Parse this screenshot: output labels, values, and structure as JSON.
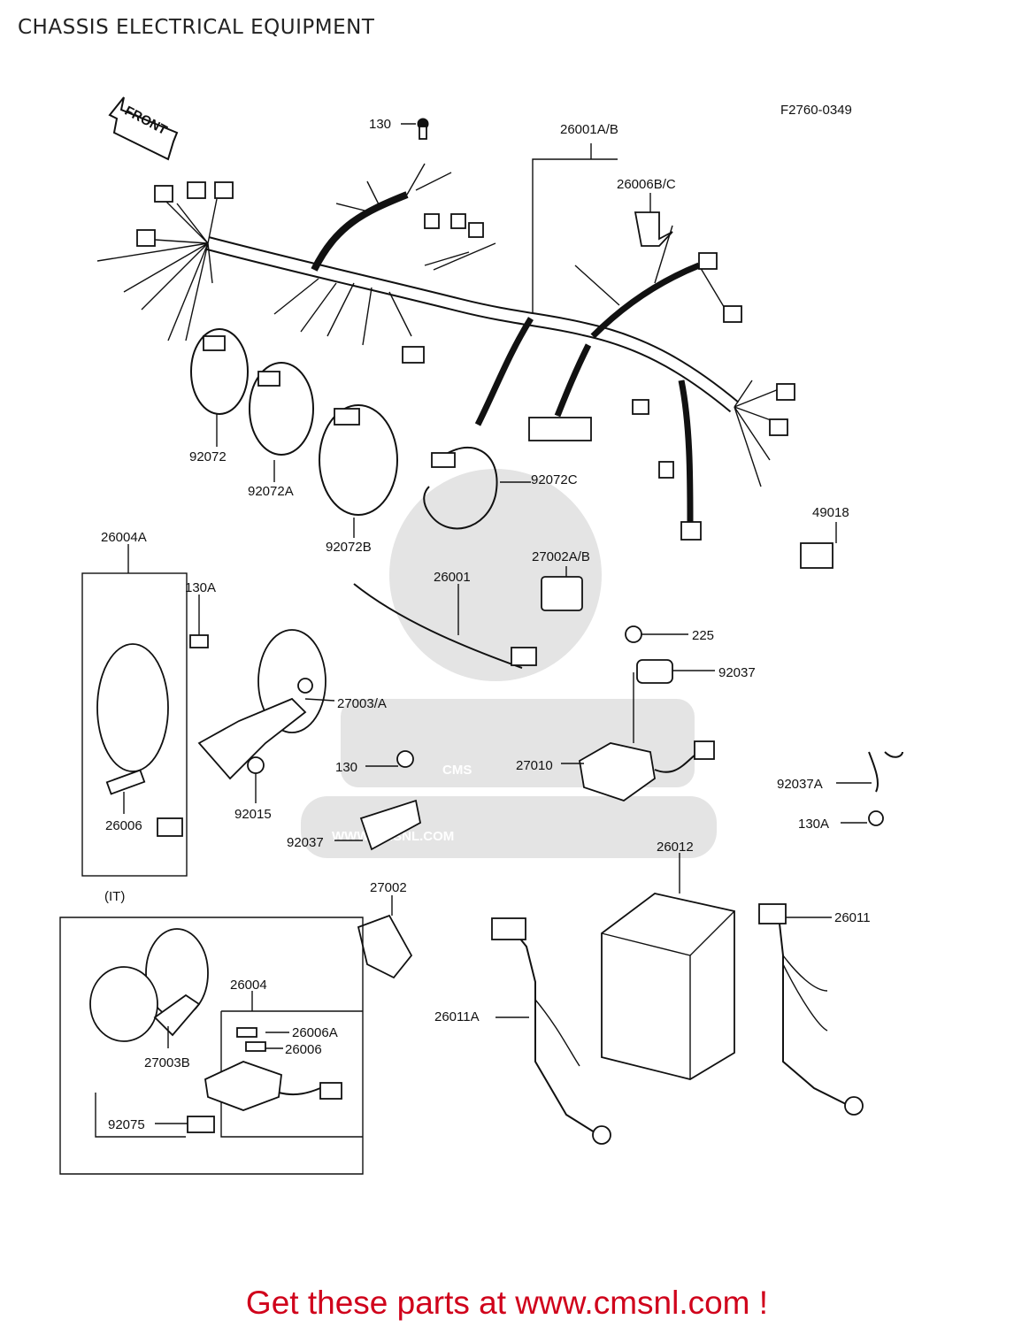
{
  "header": {
    "title": "CHASSIS ELECTRICAL EQUIPMENT",
    "figure_code": "F2760-0349"
  },
  "front_arrow": "FRONT",
  "group_labels": {
    "it_variant": "(IT)"
  },
  "watermark": {
    "logo": "CMS",
    "url": "WWW.CMSNL.COM"
  },
  "callouts": [
    {
      "id": "130-top",
      "text": "130"
    },
    {
      "id": "26001ab",
      "text": "26001A/B"
    },
    {
      "id": "26006bc",
      "text": "26006B/C"
    },
    {
      "id": "92072",
      "text": "92072"
    },
    {
      "id": "92072a",
      "text": "92072A"
    },
    {
      "id": "92072b",
      "text": "92072B"
    },
    {
      "id": "92072c",
      "text": "92072C"
    },
    {
      "id": "49018",
      "text": "49018"
    },
    {
      "id": "26004a",
      "text": "26004A"
    },
    {
      "id": "130a-horn",
      "text": "130A"
    },
    {
      "id": "26001",
      "text": "26001"
    },
    {
      "id": "27002ab",
      "text": "27002A/B"
    },
    {
      "id": "225",
      "text": "225"
    },
    {
      "id": "27003a",
      "text": "27003/A"
    },
    {
      "id": "92037-right",
      "text": "92037"
    },
    {
      "id": "130-mid",
      "text": "130"
    },
    {
      "id": "27010",
      "text": "27010"
    },
    {
      "id": "92037a",
      "text": "92037A"
    },
    {
      "id": "26006-left",
      "text": "26006"
    },
    {
      "id": "92015",
      "text": "92015"
    },
    {
      "id": "92037-mid",
      "text": "92037"
    },
    {
      "id": "130a-right",
      "text": "130A"
    },
    {
      "id": "26012",
      "text": "26012"
    },
    {
      "id": "27002",
      "text": "27002"
    },
    {
      "id": "26011",
      "text": "26011"
    },
    {
      "id": "26004",
      "text": "26004"
    },
    {
      "id": "26006a",
      "text": "26006A"
    },
    {
      "id": "26006-it",
      "text": "26006"
    },
    {
      "id": "27003b",
      "text": "27003B"
    },
    {
      "id": "26011a",
      "text": "26011A"
    },
    {
      "id": "92075",
      "text": "92075"
    }
  ],
  "footer": {
    "text": "Get these parts at www.cmsnl.com !"
  }
}
